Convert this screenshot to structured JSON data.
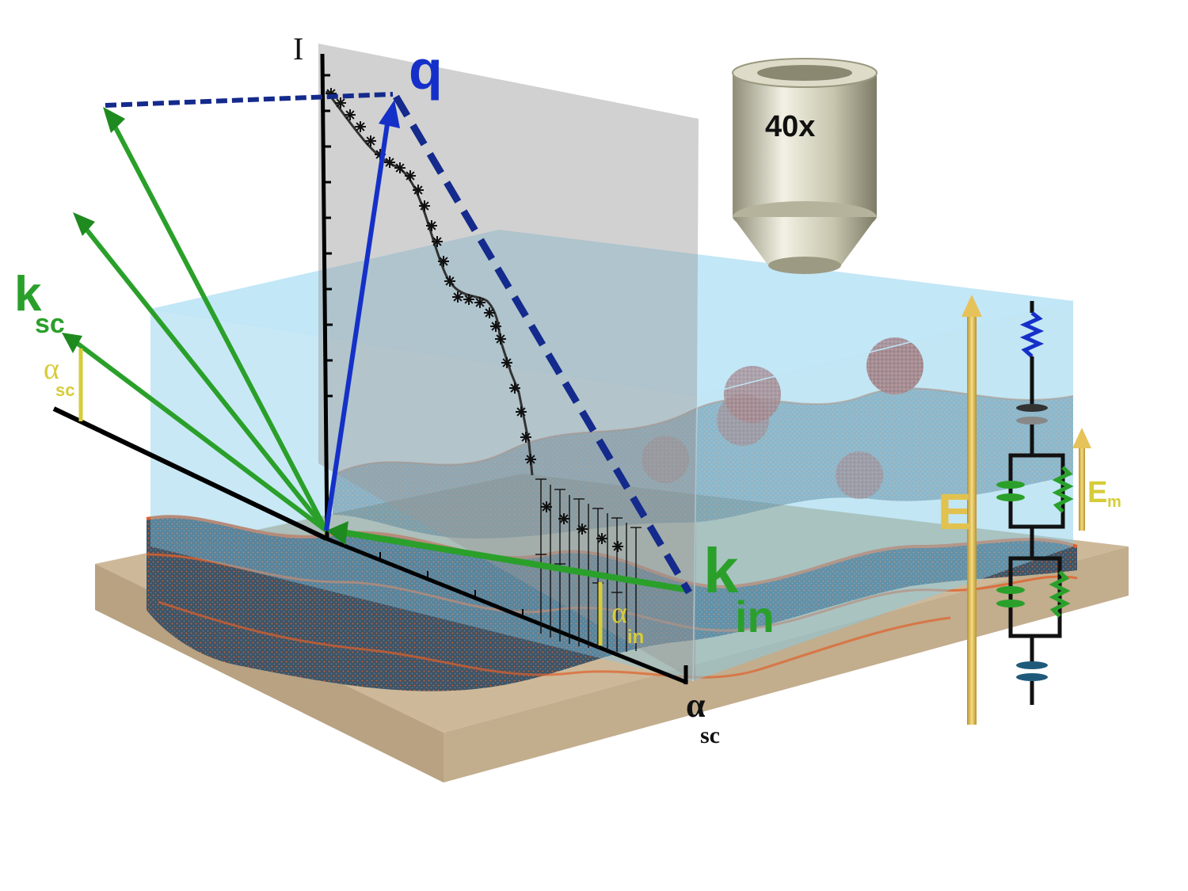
{
  "labels": {
    "intensity_axis": "I",
    "q_vector": "q",
    "objective": "40x",
    "k_sc_main": "k",
    "k_sc_sub": "sc",
    "alpha_sc_left_main": "α",
    "alpha_sc_left_sub": "sc",
    "k_in_main": "k",
    "k_in_sub": "in",
    "alpha_in_main": "α",
    "alpha_in_sub": "in",
    "alpha_sc_axis_main": "α",
    "alpha_sc_axis_sub": "sc",
    "field_E": "E",
    "field_Em_main": "E",
    "field_Em_sub": "m"
  },
  "colors": {
    "water_box": "#7ec8e8",
    "substrate": "#c9b595",
    "membrane": "#3f5466",
    "membrane_lipid_heads": "#e0602a",
    "vesicle": "#e0604a",
    "wave_vector": "#2aa02a",
    "q_vector": "#1530c8",
    "q_dashes": "#142a8c",
    "field_arrow": "#e6c25a",
    "label_yellow": "#d6cc3a",
    "objective": "#c9c7b0",
    "plot_plane": "#9a9a9a"
  },
  "icons": {
    "objective": "microscope-objective-icon",
    "circuit": "equivalent-circuit-icon"
  }
}
